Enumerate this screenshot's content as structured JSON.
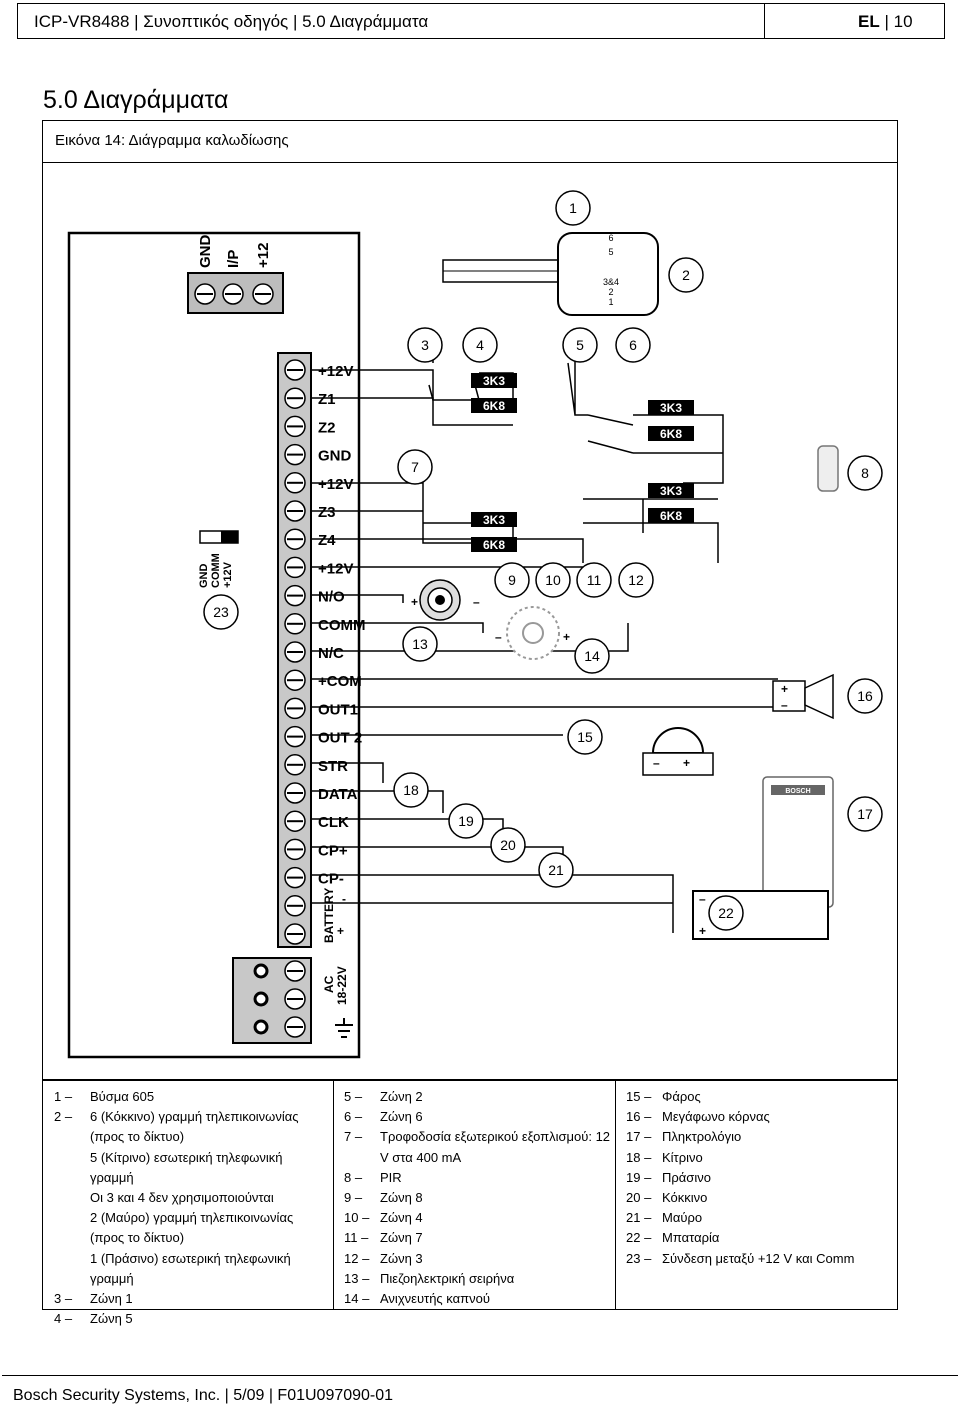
{
  "header": {
    "title": "ICP-VR8488 | Συνοπτικός οδηγός | 5.0 Διαγράμματα",
    "lang": "EL",
    "page": "10"
  },
  "section_title": "5.0 Διαγράμματα",
  "figure": {
    "caption": "Εικόνα 14: Διάγραμμα καλωδίωσης",
    "terminals": [
      "+12V",
      "Z1",
      "Z2",
      "GND",
      "+12V",
      "Z3",
      "Z4",
      "+12V",
      "N/O",
      "COMM",
      "N/C",
      "+COM",
      "OUT1",
      "OUT 2",
      "STR",
      "DATA",
      "CLK",
      "CP+",
      "CP-"
    ],
    "battery_label": "BATTERY",
    "battery_minus": "-",
    "battery_plus": "+",
    "ac_label": "AC",
    "ac_voltage": "18-22V",
    "top_terminals": [
      "GND",
      "I/P",
      "+12"
    ],
    "jumper_labels": [
      "GND",
      "COMM",
      "+12V"
    ],
    "resistors": [
      "3K3",
      "6K8"
    ],
    "callouts": [
      "1",
      "2",
      "3",
      "4",
      "5",
      "6",
      "7",
      "8",
      "9",
      "10",
      "11",
      "12",
      "13",
      "14",
      "15",
      "16",
      "17",
      "18",
      "19",
      "20",
      "21",
      "22",
      "23"
    ],
    "connector_pins": [
      "6",
      "5",
      "3&4",
      "2",
      "1"
    ],
    "keypad_brand": "BOSCH",
    "plus": "+",
    "minus": "–"
  },
  "legend": {
    "col1": [
      {
        "num": "1 –",
        "text": "Βύσμα 605"
      },
      {
        "num": "2 –",
        "text": "6 (Κόκκινο) γραμμή τηλεπικοινωνίας (προς το δίκτυο)"
      },
      {
        "num": "",
        "text": "5 (Κίτρινο) εσωτερική τηλεφωνική γραμμή"
      },
      {
        "num": "",
        "text": "Οι 3 και 4 δεν χρησιμοποιούνται"
      },
      {
        "num": "",
        "text": "2 (Μαύρο) γραμμή τηλεπικοινωνίας (προς το δίκτυο)"
      },
      {
        "num": "",
        "text": "1 (Πράσινο) εσωτερική τηλεφωνική γραμμή"
      },
      {
        "num": "3 –",
        "text": "Ζώνη 1"
      },
      {
        "num": "4 –",
        "text": "Ζώνη 5"
      }
    ],
    "col2": [
      {
        "num": "5 –",
        "text": "Ζώνη 2"
      },
      {
        "num": "6 –",
        "text": "Ζώνη 6"
      },
      {
        "num": "7 –",
        "text": "Τροφοδοσία εξωτερικού εξοπλισμού: 12 V στα 400 mA"
      },
      {
        "num": "8 –",
        "text": "PIR"
      },
      {
        "num": "9 –",
        "text": "Ζώνη 8"
      },
      {
        "num": "10 –",
        "text": "Ζώνη 4"
      },
      {
        "num": "11 –",
        "text": "Ζώνη 7"
      },
      {
        "num": "12 –",
        "text": "Ζώνη 3"
      },
      {
        "num": "13 –",
        "text": "Πιεζοηλεκτρική σειρήνα"
      },
      {
        "num": "14 –",
        "text": "Ανιχνευτής καπνού"
      }
    ],
    "col3": [
      {
        "num": "15 –",
        "text": "Φάρος"
      },
      {
        "num": "16 –",
        "text": "Μεγάφωνο κόρνας"
      },
      {
        "num": "17 –",
        "text": "Πληκτρολόγιο"
      },
      {
        "num": "18 –",
        "text": "Κίτρινο"
      },
      {
        "num": "19 –",
        "text": "Πράσινο"
      },
      {
        "num": "20 –",
        "text": "Κόκκινο"
      },
      {
        "num": "21 –",
        "text": "Μαύρο"
      },
      {
        "num": "22 –",
        "text": "Μπαταρία"
      },
      {
        "num": "23 –",
        "text": "Σύνδεση μεταξύ +12 V και Comm"
      }
    ]
  },
  "footer": "Bosch Security Systems, Inc. | 5/09 | F01U097090-01"
}
